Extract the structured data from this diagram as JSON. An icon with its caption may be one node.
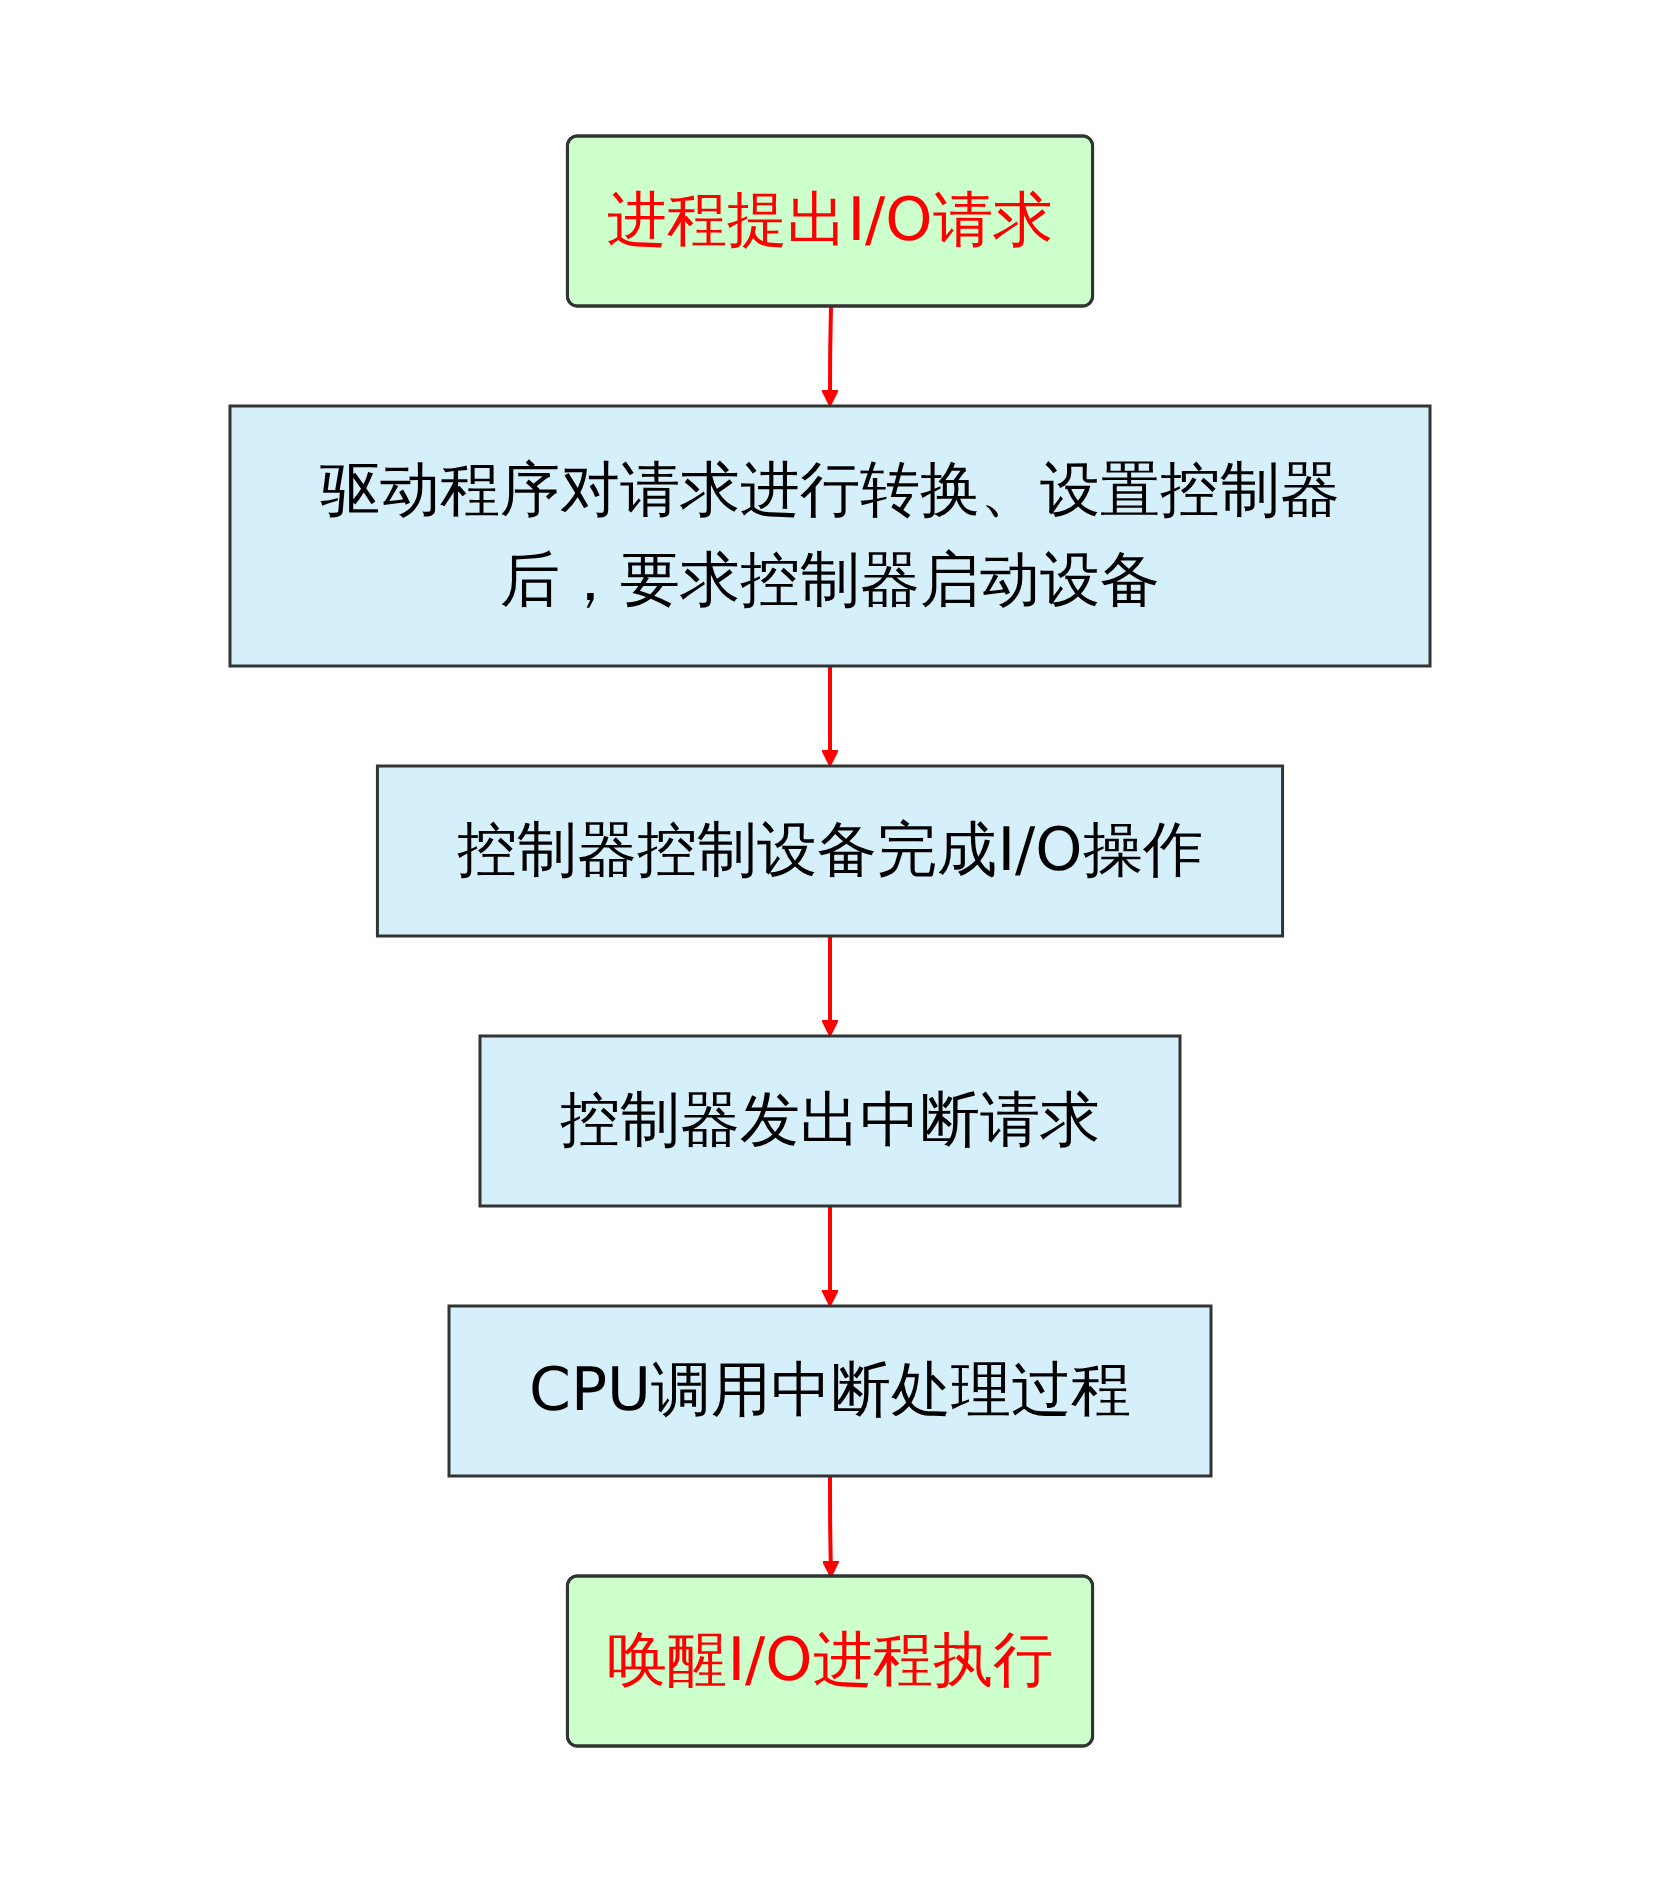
{
  "diagram": {
    "nodes": [
      {
        "text": [
          "进程提出I/O请求"
        ]
      },
      {
        "text": [
          "驱动程序对请求进行转换、设置控制器后，要求控制器启动设备"
        ]
      },
      {
        "text": [
          "控制器控制设备完成I/O操作"
        ]
      },
      {
        "text": [
          "控制器发出中断请求"
        ]
      },
      {
        "text": [
          "CPU调用中断处理过程"
        ]
      },
      {
        "text": [
          "唤醒I/O进程执行"
        ]
      }
    ],
    "edges": [
      {
        "from": 0,
        "to": 1,
        "arrow": "to"
      },
      {
        "from": 1,
        "to": 2,
        "arrow": "to"
      },
      {
        "from": 2,
        "to": 3,
        "arrow": "to"
      },
      {
        "from": 3,
        "to": 4,
        "arrow": "to"
      },
      {
        "from": 4,
        "to": 5,
        "arrow": "to"
      }
    ]
  }
}
